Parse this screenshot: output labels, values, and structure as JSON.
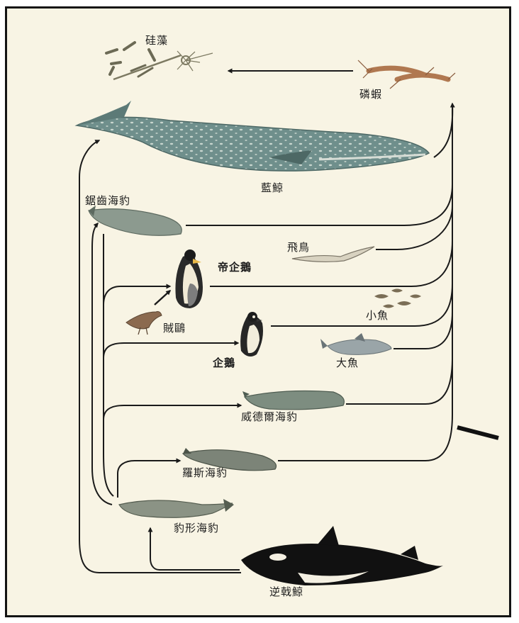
{
  "diagram": {
    "labels": {
      "diatoms": "硅藻",
      "krill": "磷蝦",
      "blue_whale": "藍鯨",
      "crabeater_seal": "鋸齒海豹",
      "flying_bird": "飛鳥",
      "emperor_penguin": "帝企鵝",
      "skua": "賊鷗",
      "small_fish": "小魚",
      "penguin": "企鵝",
      "large_fish": "大魚",
      "weddell_seal": "威德爾海豹",
      "ross_seal": "羅斯海豹",
      "leopard_seal": "豹形海豹",
      "orca": "逆戟鯨"
    },
    "colors": {
      "frame": "#141414",
      "background": "#f8f4e4",
      "arrow": "#1a1a1a",
      "whale": "#6f8f8c",
      "seal": "#8c9a8f",
      "orca": "#111111"
    }
  }
}
